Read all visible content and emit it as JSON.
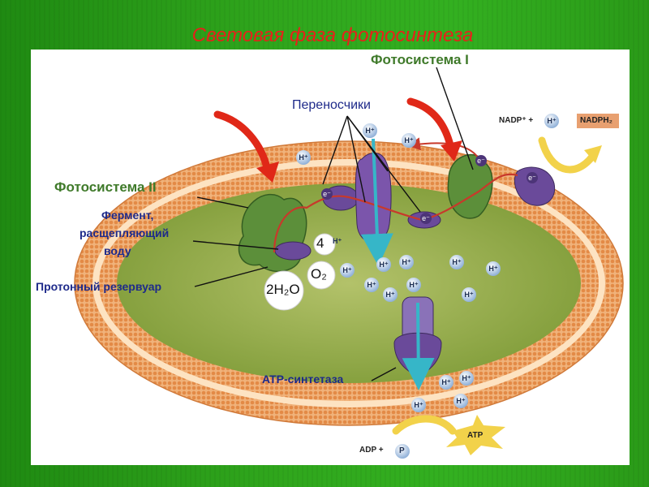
{
  "slide": {
    "title": "Световая фаза фотосинтеза"
  },
  "diagram": {
    "photosystem_1": "Фотосистема I",
    "photosystem_2": "Фотосистема II",
    "carriers": "Переносчики",
    "enzyme_line1": "Фермент,",
    "enzyme_line2": "расщепляющий",
    "enzyme_line3": "воду",
    "proton_reservoir": "Протонный резервуар",
    "atp_synthase": "ATP-синтетаза",
    "water": "2H₂O",
    "oxygen": "O₂",
    "four": "4",
    "proton": "H⁺",
    "electron": "e⁻",
    "nadp": "NADP⁺ +",
    "nadph": "NADPH₂",
    "adp": "ADP +",
    "phosphate": "P",
    "atp": "ATP"
  },
  "colors": {
    "background": "#2fa51c",
    "title": "#e8201a",
    "membrane": "#e8a066",
    "lumen": "#8fa83c",
    "photosystem": "#5c8f3a",
    "protein": "#6a4a9a"
  }
}
